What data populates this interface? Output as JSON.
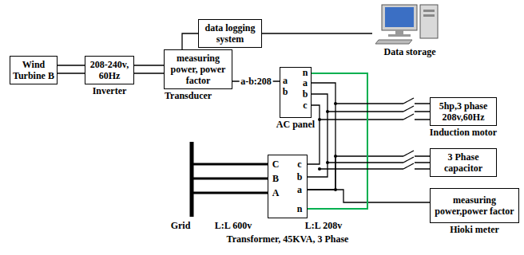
{
  "diagram": {
    "nodes": [
      {
        "text": [
          "Wind Turbine B"
        ]
      },
      {
        "text": [
          "208-240v, 60Hz",
          "Inverter"
        ]
      },
      {
        "text": [
          "measuring power, power factor",
          "Transducer"
        ]
      },
      {
        "text": [
          "data logging system"
        ]
      },
      {
        "text": [
          "Data storage"
        ]
      },
      {
        "text": [
          "AC panel"
        ]
      },
      {
        "text": [
          "5hp,3 phase 208v,60Hz",
          "Induction motor"
        ]
      },
      {
        "text": [
          "3 Phase capacitor"
        ]
      },
      {
        "text": [
          "measuring power,power factor",
          "Hioki meter"
        ]
      },
      {
        "text": [
          "Transformer, 45KVA, 3 Phase"
        ]
      }
    ],
    "edges": [
      {
        "from": 0,
        "to": 1,
        "arrow": "none"
      },
      {
        "from": 1,
        "to": 2,
        "arrow": "none"
      },
      {
        "from": 2,
        "to": 3,
        "arrow": "none"
      },
      {
        "from": 3,
        "to": 4,
        "arrow": "none"
      },
      {
        "from": 2,
        "to": 5,
        "label": "a-b:208",
        "arrow": "none"
      },
      {
        "from": 5,
        "to": 6,
        "arrow": "none"
      },
      {
        "from": 9,
        "to": 7,
        "arrow": "none"
      },
      {
        "from": 9,
        "to": 8,
        "arrow": "none"
      },
      {
        "from": 9,
        "to": 5,
        "arrow": "none"
      }
    ],
    "labels": [
      "n",
      "a",
      "b",
      "a",
      "b",
      "c",
      "C",
      "B",
      "A",
      "c",
      "b",
      "a",
      "n",
      "Grid",
      "L:L 600v",
      "L:L 208v"
    ]
  }
}
